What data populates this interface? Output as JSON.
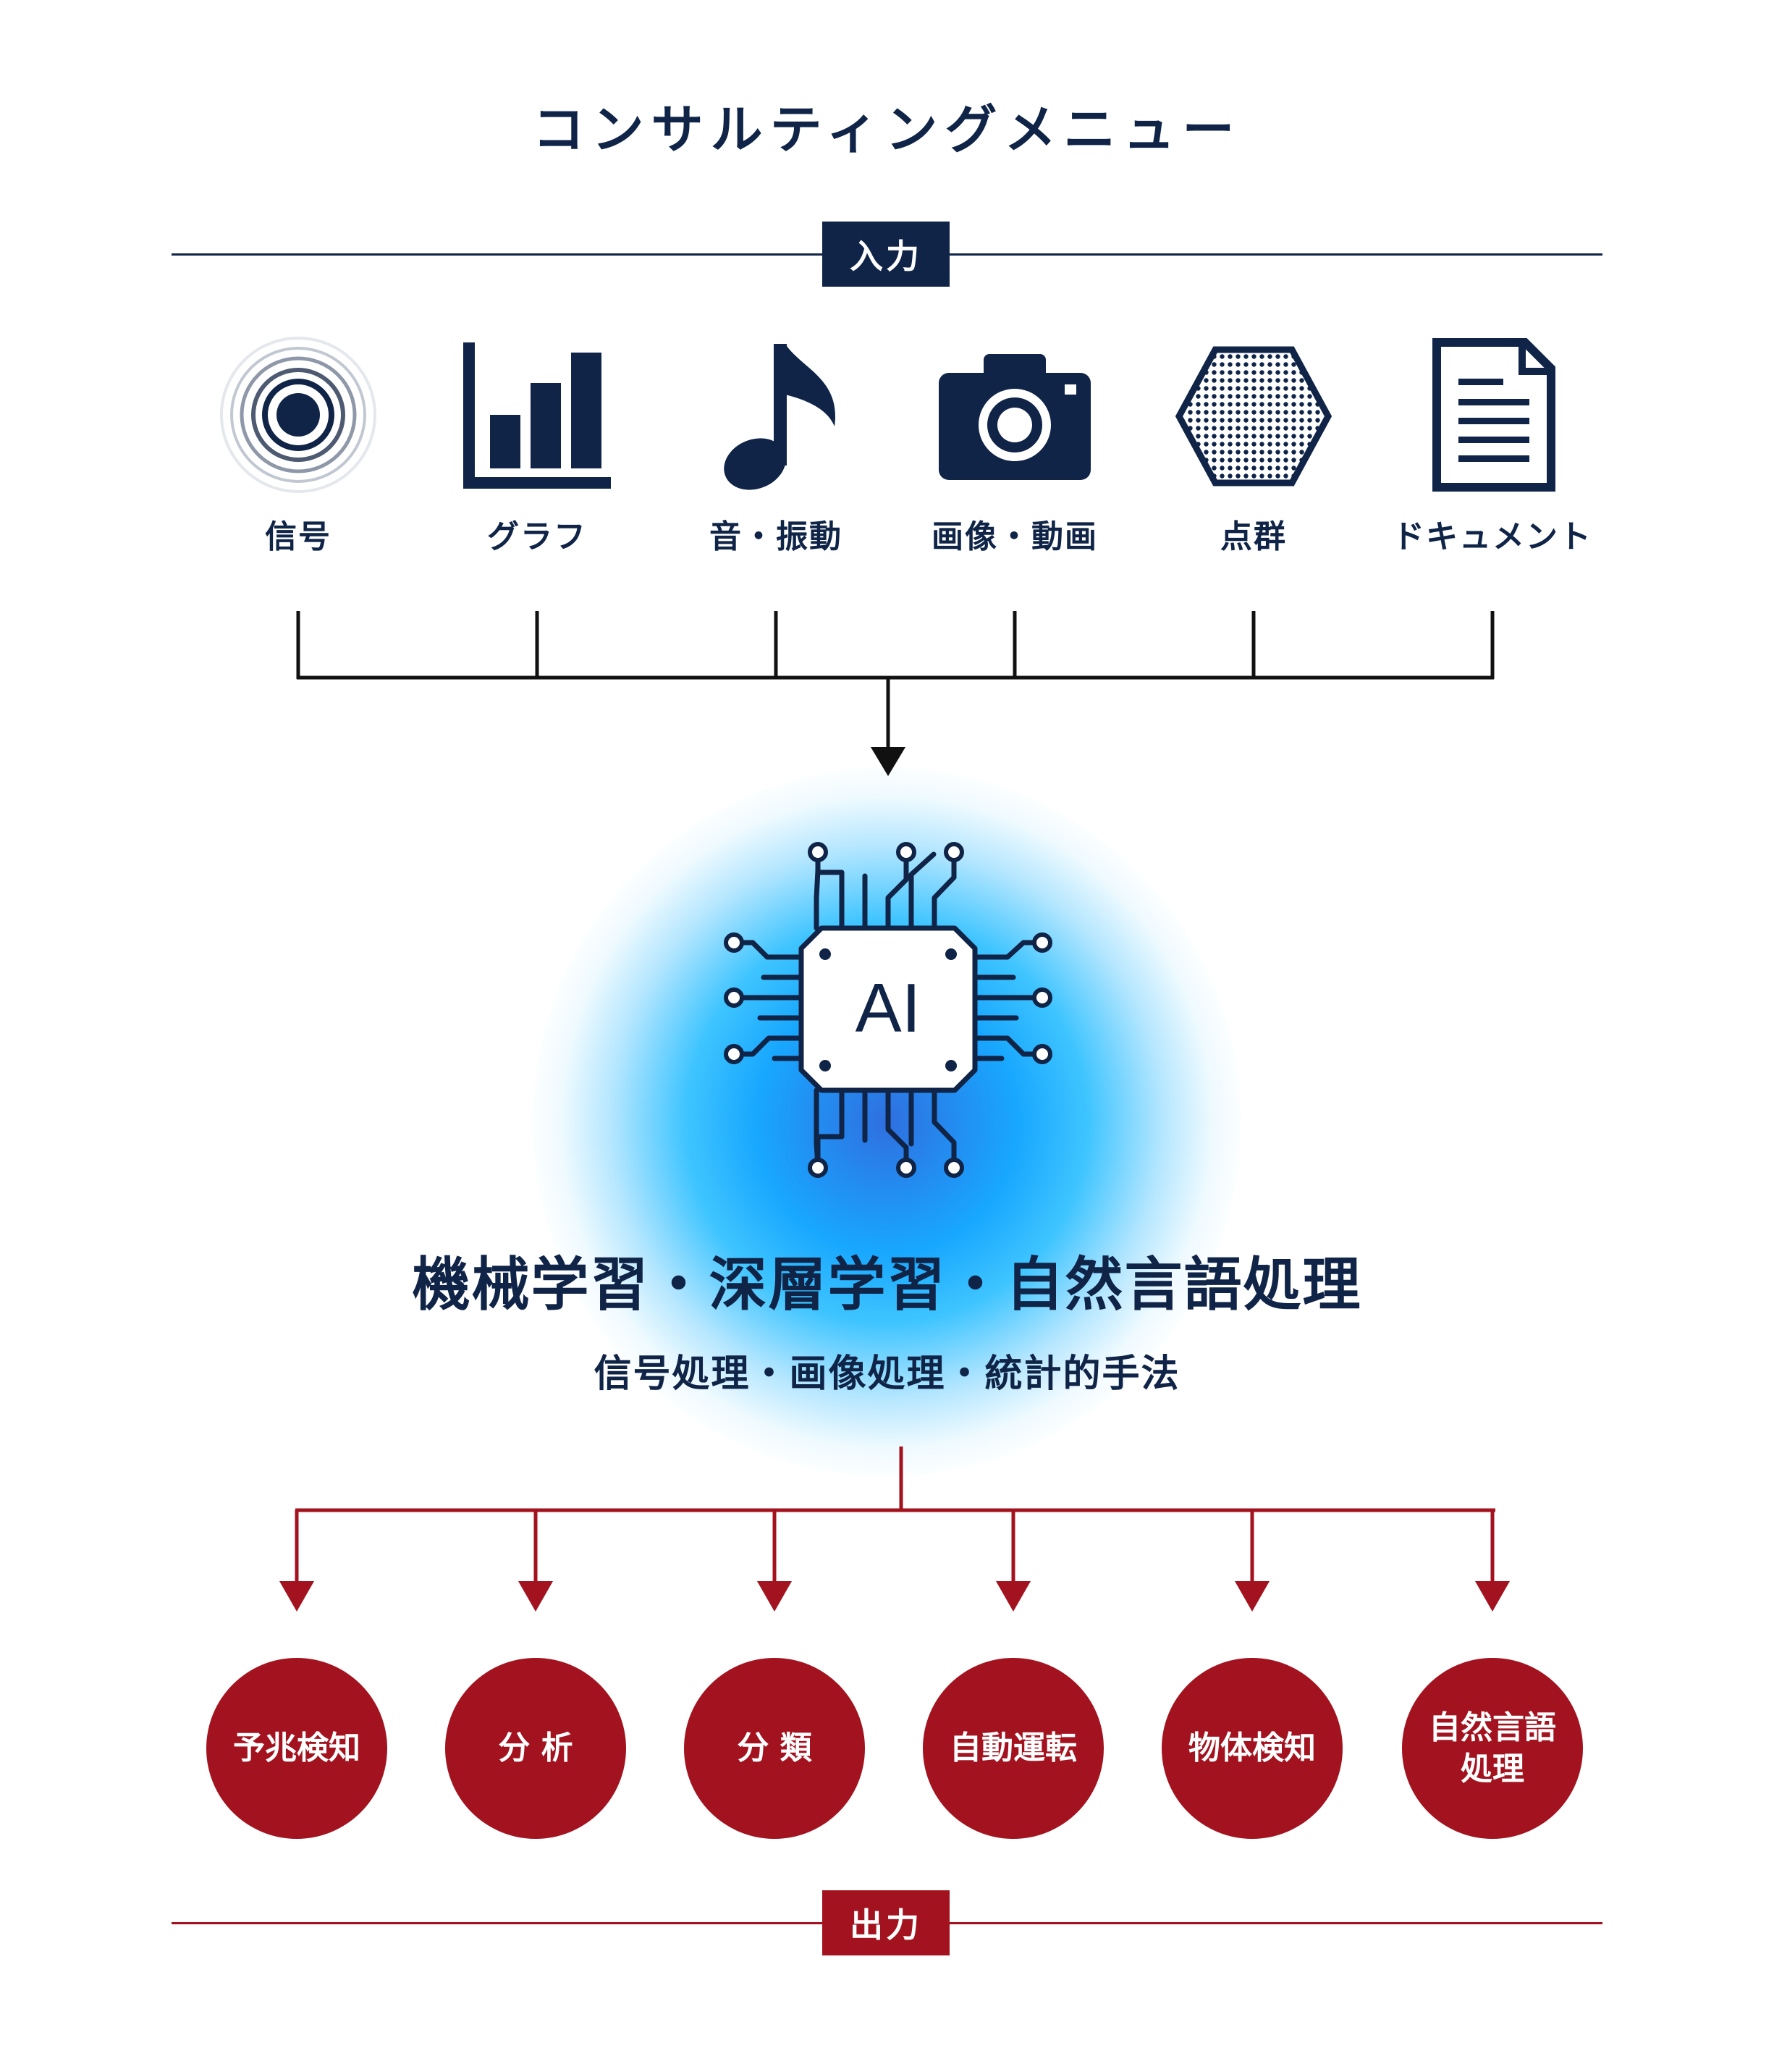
{
  "title": "コンサルティングメニュー",
  "input_section": {
    "label": "入力"
  },
  "output_section": {
    "label": "出力"
  },
  "inputs": [
    {
      "label": "信号",
      "icon": "signal-icon"
    },
    {
      "label": "グラフ",
      "icon": "bar-chart-icon"
    },
    {
      "label": "音・振動",
      "icon": "music-note-icon"
    },
    {
      "label": "画像・動画",
      "icon": "camera-icon"
    },
    {
      "label": "点群",
      "icon": "point-cloud-icon"
    },
    {
      "label": "ドキュメント",
      "icon": "document-icon"
    }
  ],
  "core": {
    "chip_label": "AI",
    "chip_icon": "ai-chip-icon",
    "heading": "機械学習・深層学習・自然言語処理",
    "subheading": "信号処理・画像処理・統計的手法"
  },
  "outputs": [
    {
      "label": "予兆検知"
    },
    {
      "label": "分 析"
    },
    {
      "label": "分 類"
    },
    {
      "label": "自動運転"
    },
    {
      "label": "物体検知"
    },
    {
      "label": "自然言語\n処理"
    }
  ],
  "colors": {
    "navy": "#0f2447",
    "red": "#a3131f",
    "glow": "#18a7ff"
  }
}
